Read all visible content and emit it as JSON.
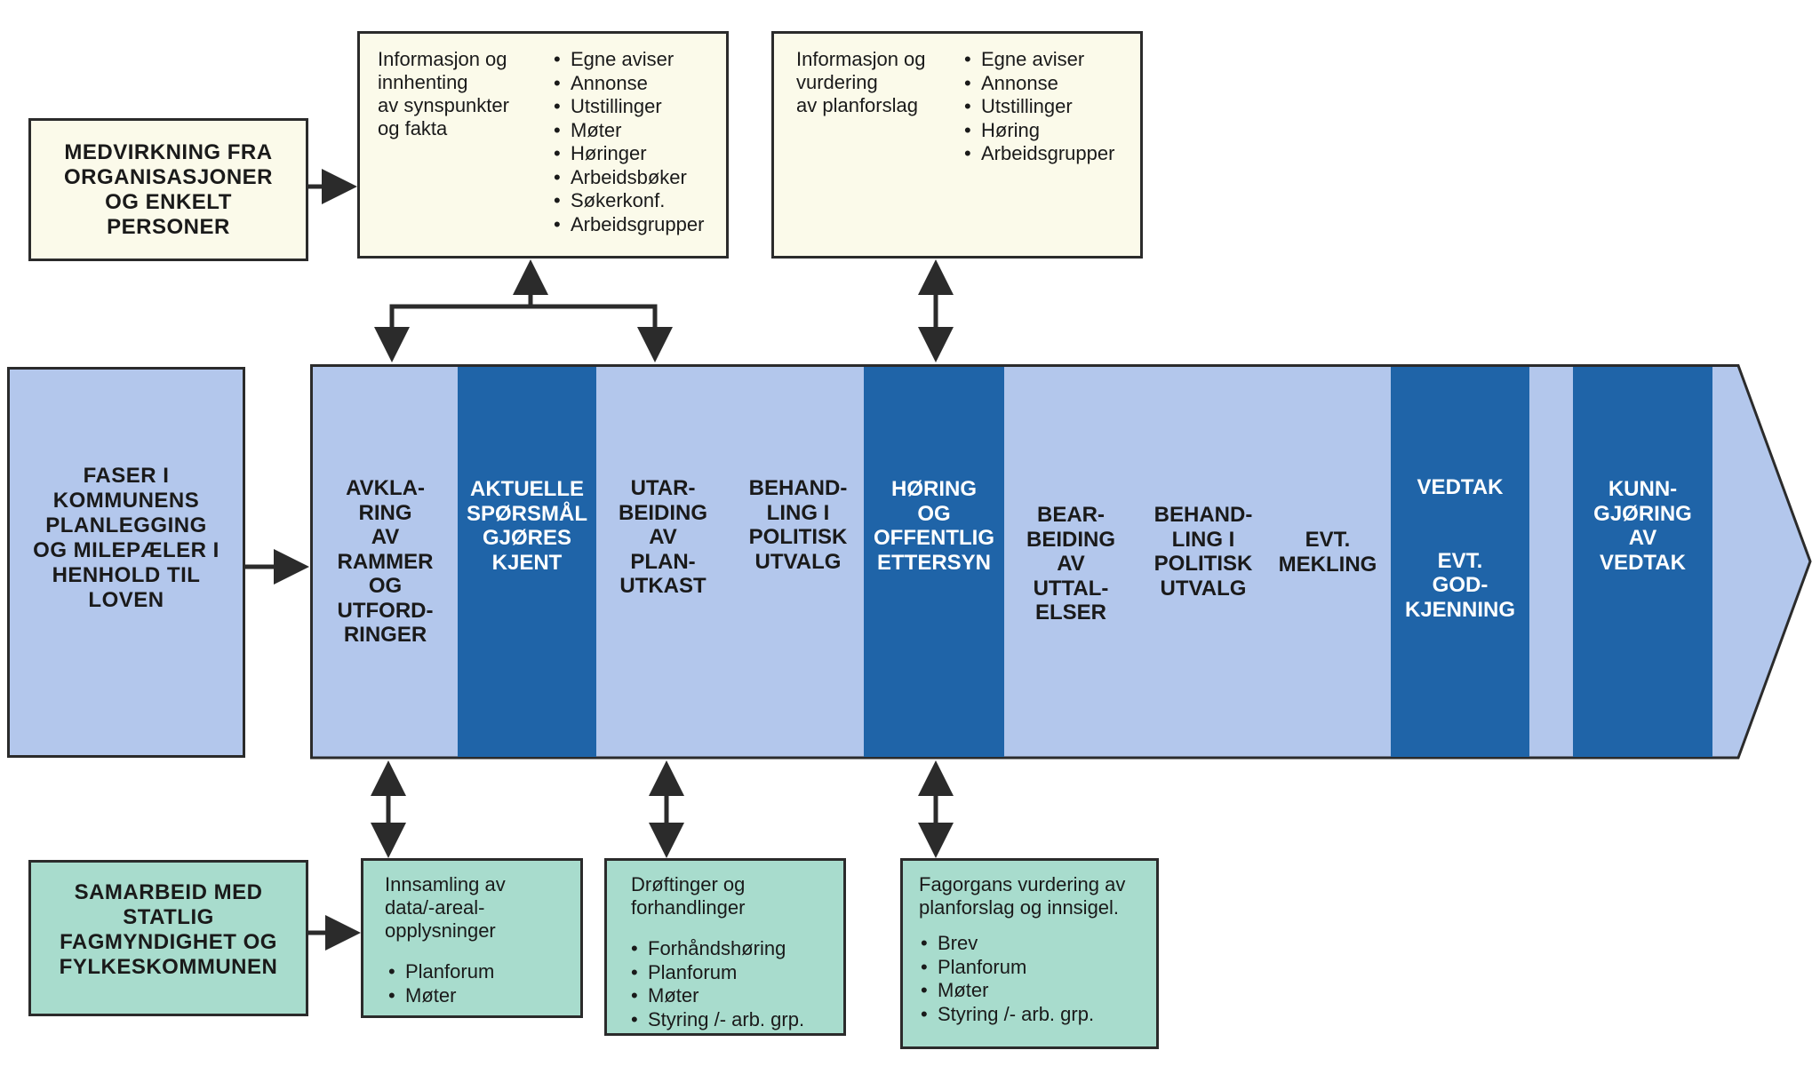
{
  "participation": {
    "title": "MEDVIRKNING FRA ORGANISASJONER OG ENKELT PERSONER"
  },
  "info_box_1": {
    "text": "Informasjon og\ninnhenting\nav synspunkter\nog fakta",
    "items": [
      "Egne aviser",
      "Annonse",
      "Utstillinger",
      "Møter",
      "Høringer",
      "Arbeidsbøker",
      "Søkerkonf.",
      "Arbeidsgrupper"
    ]
  },
  "info_box_2": {
    "text": "Informasjon og\nvurdering\nav planforslag",
    "items": [
      "Egne aviser",
      "Annonse",
      "Utstillinger",
      "Høring",
      "Arbeidsgrupper"
    ]
  },
  "phases_box": {
    "title": "FASER I KOMMUNENS PLANLEGGING OG MILEPÆLER I HENHOLD TIL LOVEN"
  },
  "phases": [
    {
      "label": "AVKLA-\nRING\nAV\nRAMMER\nOG\nUTFORD-\nRINGER",
      "style": "light"
    },
    {
      "label": "AKTUELLE\nSPØRSMÅL\nGJØRES\nKJENT",
      "style": "dark"
    },
    {
      "label": "UTAR-\nBEIDING\nAV\nPLAN-\nUTKAST",
      "style": "light"
    },
    {
      "label": "BEHAND-\nLING I\nPOLITISK\nUTVALG",
      "style": "light"
    },
    {
      "label": "HØRING\nOG\nOFFENTLIG\nETTERSYN",
      "style": "dark"
    },
    {
      "label": "BEAR-\nBEIDING\nAV\nUTTAL-\nELSER",
      "style": "light"
    },
    {
      "label": "BEHAND-\nLING I\nPOLITISK\nUTVALG",
      "style": "light"
    },
    {
      "label": "EVT.\nMEKLING",
      "style": "light"
    },
    {
      "label": "VEDTAK\n\n\nEVT.\nGOD-\nKJENNING",
      "style": "dark"
    },
    {
      "label": "KUNN-\nGJØRING\nAV\nVEDTAK",
      "style": "dark"
    }
  ],
  "cooperation": {
    "title": "SAMARBEID MED STATLIG FAGMYNDIGHET OG FYLKESKOMMUNEN"
  },
  "coop_box_1": {
    "text": "Innsamling av\ndata/-areal-\nopplysninger",
    "items": [
      "Planforum",
      "Møter"
    ]
  },
  "coop_box_2": {
    "text": "Drøftinger og\nforhandlinger",
    "items": [
      "Forhåndshøring",
      "Planforum",
      "Møter",
      "Styring /- arb. grp."
    ]
  },
  "coop_box_3": {
    "text": "Fagorgans vurdering av\nplanforslag og innsigel.",
    "items": [
      "Brev",
      "Planforum",
      "Møter",
      "Styring /- arb. grp."
    ]
  },
  "colors": {
    "cream": "#fbfaea",
    "green": "#a8dccd",
    "light_blue": "#b3c7ec",
    "dark_blue": "#1f64a8",
    "line": "#2b2b2b"
  }
}
